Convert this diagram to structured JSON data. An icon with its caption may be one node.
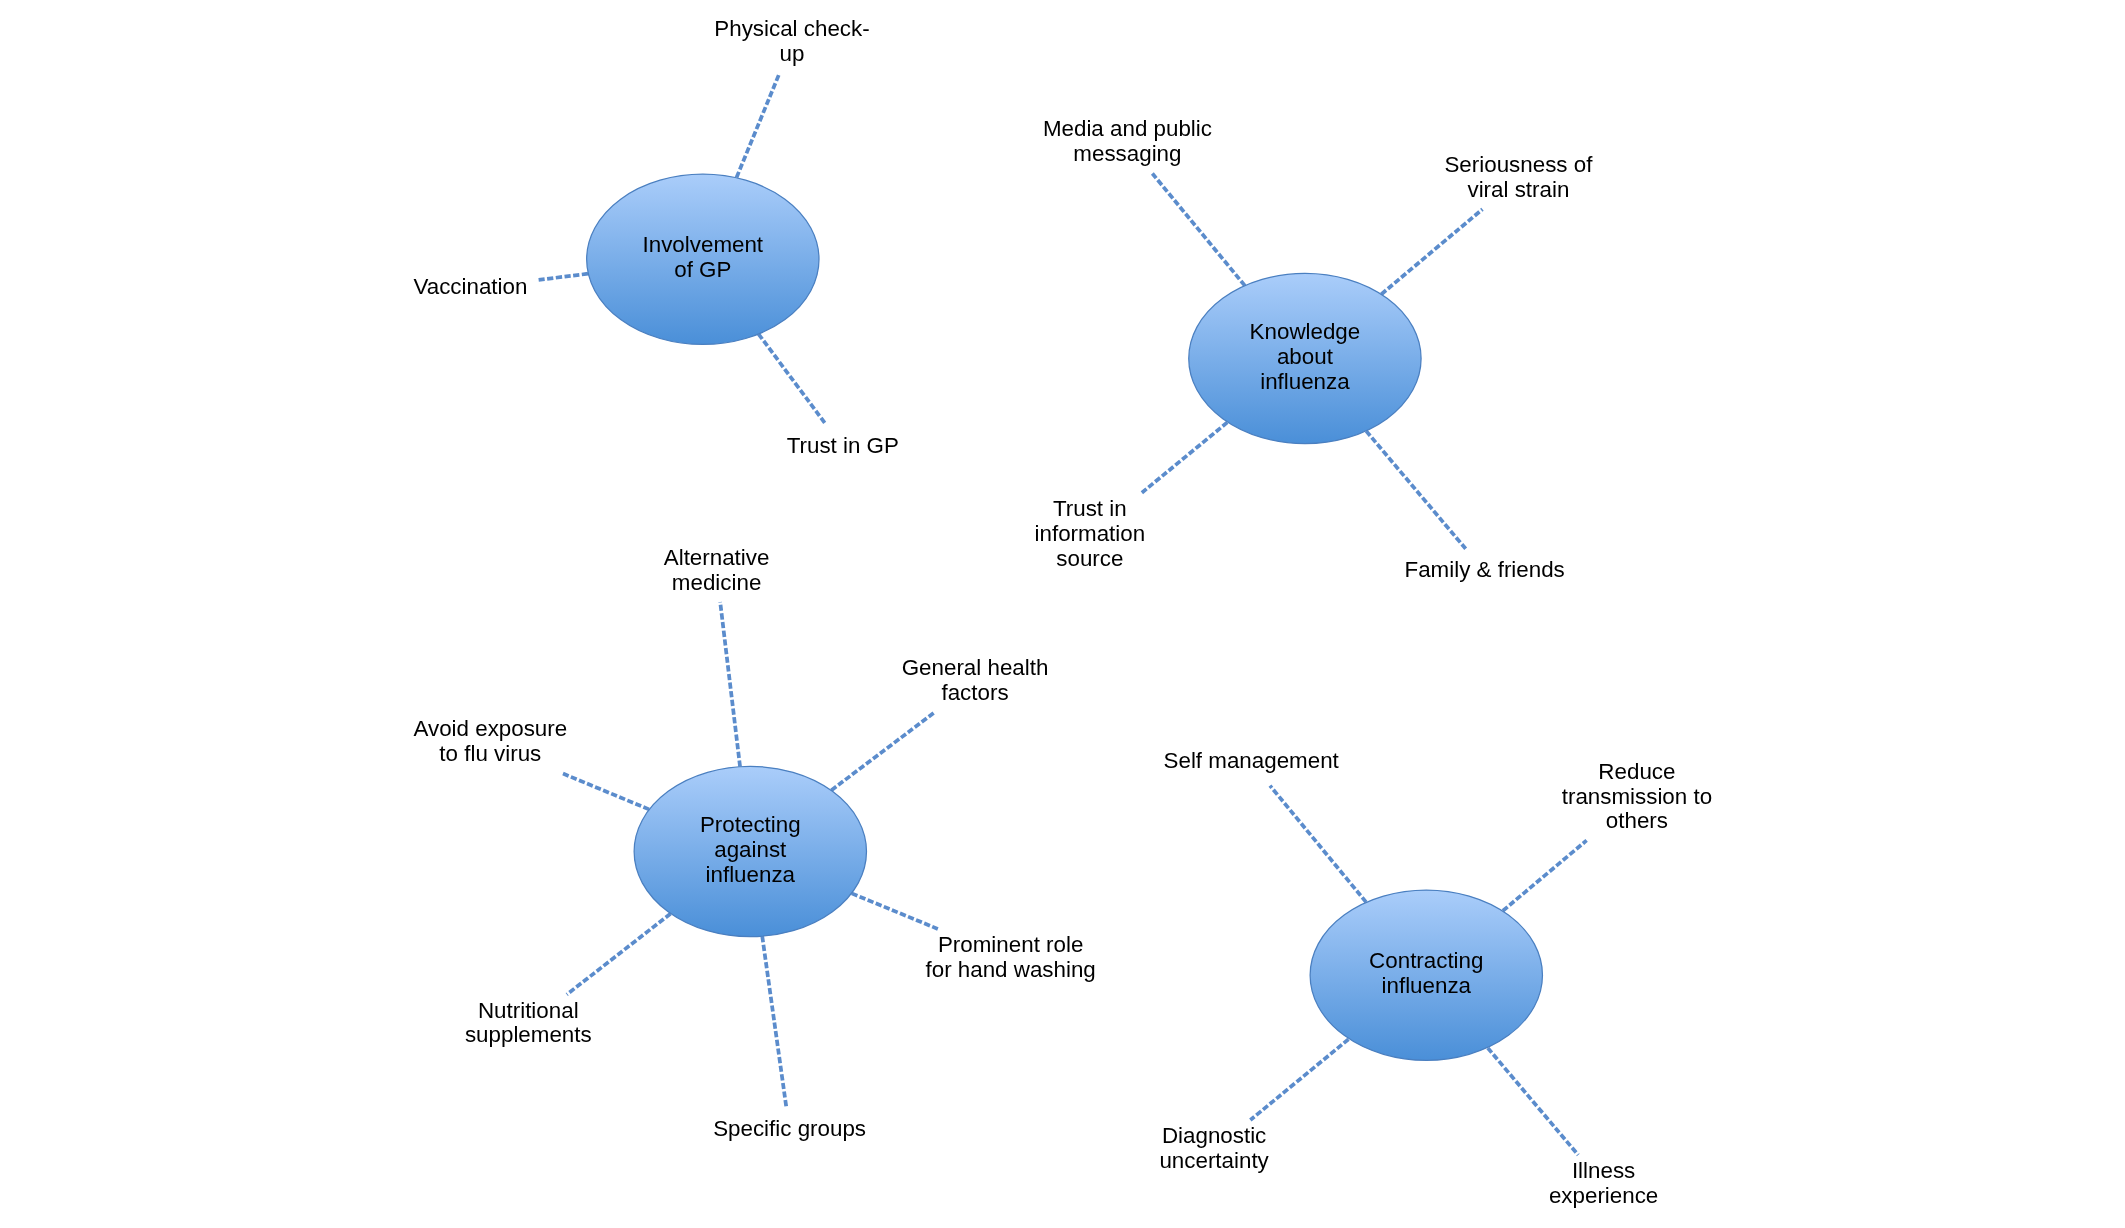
{
  "diagram": {
    "nodes": [
      {
        "text": [
          "Avoid exposure to flu virus"
        ]
      },
      {
        "text": [
          "Prominent role for hand washing"
        ]
      },
      {
        "text": [
          "Specific groups"
        ]
      },
      {
        "text": [
          "Protecting against influenza"
        ]
      },
      {
        "text": [
          "General health factors"
        ]
      },
      {
        "text": [
          "Alternative medicine"
        ]
      },
      {
        "text": [
          "Nutritional supplements"
        ]
      },
      {
        "text": [
          "Diagnostic uncertainty"
        ]
      },
      {
        "text": [
          "Illness experience"
        ]
      },
      {
        "text": [
          "Trust in information source"
        ]
      },
      {
        "text": [
          "Family & friends"
        ]
      },
      {
        "text": [
          "Contracting influenza"
        ]
      },
      {
        "text": [
          "Knowledge about influenza"
        ]
      },
      {
        "text": [
          "Self management"
        ]
      },
      {
        "text": [
          "Reduce transmission to others"
        ]
      },
      {
        "text": [
          "Media and public messaging"
        ]
      },
      {
        "text": [
          "Seriousness of viral strain"
        ]
      },
      {
        "text": [
          "Vaccination"
        ]
      },
      {
        "text": [
          "Involvement of GP"
        ]
      },
      {
        "text": [
          "Trust in GP"
        ]
      },
      {
        "text": [
          "Physical check-up"
        ]
      }
    ],
    "edges": [
      {
        "from": 3,
        "to": 0,
        "arrow": "none",
        "style": "dashed"
      },
      {
        "from": 3,
        "to": 1,
        "arrow": "none",
        "style": "dashed"
      },
      {
        "from": 3,
        "to": 2,
        "arrow": "none",
        "style": "dashed"
      },
      {
        "from": 3,
        "to": 4,
        "arrow": "none",
        "style": "dashed"
      },
      {
        "from": 3,
        "to": 5,
        "arrow": "none",
        "style": "dashed"
      },
      {
        "from": 3,
        "to": 6,
        "arrow": "none",
        "style": "dashed"
      },
      {
        "from": 11,
        "to": 7,
        "arrow": "none",
        "style": "dashed"
      },
      {
        "from": 11,
        "to": 8,
        "arrow": "none",
        "style": "dashed"
      },
      {
        "from": 11,
        "to": 13,
        "arrow": "none",
        "style": "dashed"
      },
      {
        "from": 11,
        "to": 14,
        "arrow": "none",
        "style": "dashed"
      },
      {
        "from": 12,
        "to": 9,
        "arrow": "none",
        "style": "dashed"
      },
      {
        "from": 12,
        "to": 10,
        "arrow": "none",
        "style": "dashed"
      },
      {
        "from": 12,
        "to": 15,
        "arrow": "none",
        "style": "dashed"
      },
      {
        "from": 12,
        "to": 16,
        "arrow": "none",
        "style": "dashed"
      },
      {
        "from": 18,
        "to": 17,
        "arrow": "none",
        "style": "dashed"
      },
      {
        "from": 18,
        "to": 19,
        "arrow": "none",
        "style": "dashed"
      },
      {
        "from": 18,
        "to": 20,
        "arrow": "none",
        "style": "dashed"
      }
    ]
  }
}
